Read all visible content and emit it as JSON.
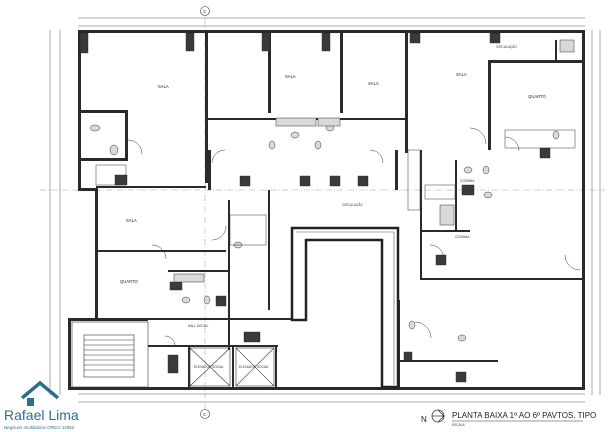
{
  "drawing": {
    "title": "PLANTA BAIXA 1º AO 6º PAVTOS. TIPO",
    "scale": "ESCALA",
    "north": "N"
  },
  "rooms": {
    "sala_1": "SALA",
    "sala_2": "SALA",
    "sala_3": "SALA",
    "sala_4": "SALA",
    "sala_5": "SALA",
    "quarto_1": "QUARTO",
    "quarto_2": "QUARTO",
    "circulacao_1": "CIRCULAÇÃO",
    "circulacao_2": "CIRCULAÇÃO",
    "hall": "HALL SOCIAL",
    "elevador_1": "ELEVADOR SOCIAL",
    "elevador_2": "ELEVADOR SOCIAL",
    "cozinha_1": "COZINHA",
    "cozinha_2": "COZINHA"
  },
  "grid_markers": {
    "top": "C",
    "bottom": "C"
  },
  "logo": {
    "name": "Rafael Lima",
    "tagline": "Negócios Imobiliários CRECI 14083"
  }
}
